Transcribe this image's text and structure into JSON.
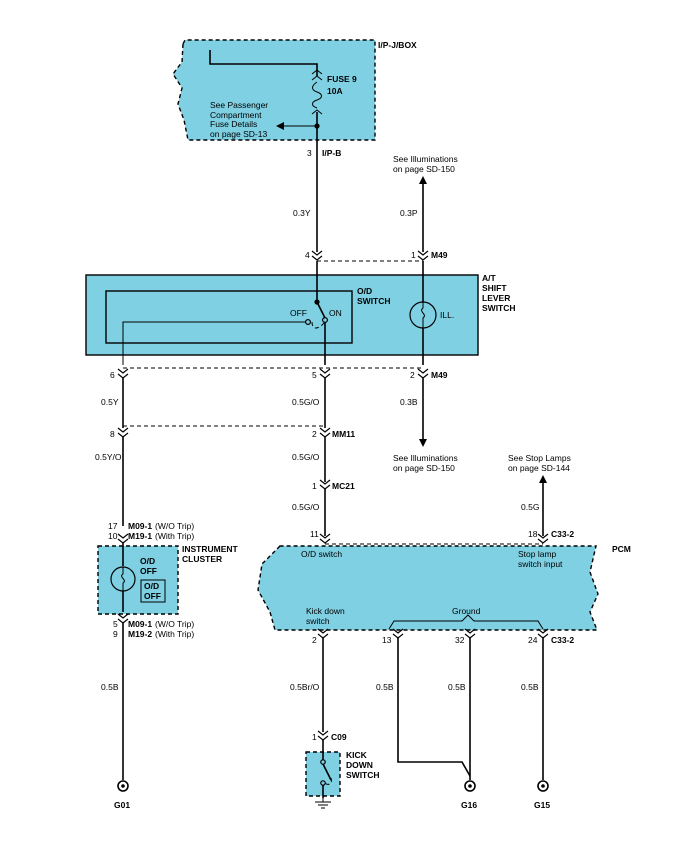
{
  "colors": {
    "component_fill": "#7fd0e3",
    "wire": "#000000"
  },
  "ipj_box": {
    "label": "I/P-J/BOX",
    "fuse_name": "FUSE 9",
    "fuse_rating": "10A",
    "note_line1": "See Passenger",
    "note_line2": "Compartment",
    "note_line3": "Fuse Details",
    "note_line4": "on page SD-13"
  },
  "ipb": {
    "pin": "3",
    "connector": "I/P-B"
  },
  "illum_top": {
    "line1": "See Illuminations",
    "line2": "on page SD-150"
  },
  "wires": {
    "w1": "0.3Y",
    "w2": "0.3P",
    "w3": "0.5Y",
    "w4": "0.5G/O",
    "w5": "0.3B",
    "w6": "0.5Y/O",
    "w7": "0.5G/O",
    "w8": "0.5G/O",
    "w9": "0.5G",
    "w10": "0.5B",
    "w11": "0.5Br/O",
    "w12": "0.5B",
    "w13": "0.5B",
    "w14": "0.5B"
  },
  "m49_top": {
    "pin_left": "4",
    "pin_right": "1",
    "connector": "M49"
  },
  "shift_lever": {
    "label_line1": "A/T",
    "label_line2": "SHIFT",
    "label_line3": "LEVER",
    "label_line4": "SWITCH",
    "od_line1": "O/D",
    "od_line2": "SWITCH",
    "off": "OFF",
    "on": "ON",
    "ill": "ILL."
  },
  "m49_bottom": {
    "pin_left": "6",
    "pin_mid": "5",
    "pin_right": "2",
    "connector": "M49"
  },
  "mm11": {
    "pin_left": "8",
    "pin_right": "2",
    "connector": "MM11"
  },
  "illum_bottom": {
    "line1": "See Illuminations",
    "line2": "on page SD-150"
  },
  "mc21": {
    "pin": "1",
    "connector": "MC21"
  },
  "stop_lamps": {
    "line1": "See Stop Lamps",
    "line2": "on page SD-144"
  },
  "cluster_top": {
    "pin1": "17",
    "conn1": "M09-1",
    "desc1": "(W/O Trip)",
    "pin2": "10",
    "conn2": "M19-1",
    "desc2": "(With Trip)"
  },
  "cluster": {
    "label_line1": "INSTRUMENT",
    "label_line2": "CLUSTER",
    "od_line1": "O/D",
    "od_line2": "OFF",
    "box_line1": "O/D",
    "box_line2": "OFF"
  },
  "cluster_bottom": {
    "pin1": "5",
    "conn1": "M09-1",
    "desc1": "(W/O Trip)",
    "pin2": "9",
    "conn2": "M19-2",
    "desc2": "(With Trip)"
  },
  "pcm_top": {
    "pin_left": "11",
    "pin_right": "18",
    "connector": "C33-2"
  },
  "pcm": {
    "label": "PCM",
    "od_switch": "O/D switch",
    "stop_line1": "Stop lamp",
    "stop_line2": "switch input",
    "kick_line1": "Kick down",
    "kick_line2": "switch",
    "ground": "Ground"
  },
  "pcm_bottom": {
    "pin1": "2",
    "pin2": "13",
    "pin3": "32",
    "pin4": "24",
    "connector": "C33-2"
  },
  "c09": {
    "pin": "1",
    "connector": "C09"
  },
  "kickdown": {
    "line1": "KICK",
    "line2": "DOWN",
    "line3": "SWITCH"
  },
  "grounds": {
    "g01": "G01",
    "g16": "G16",
    "g15": "G15"
  }
}
